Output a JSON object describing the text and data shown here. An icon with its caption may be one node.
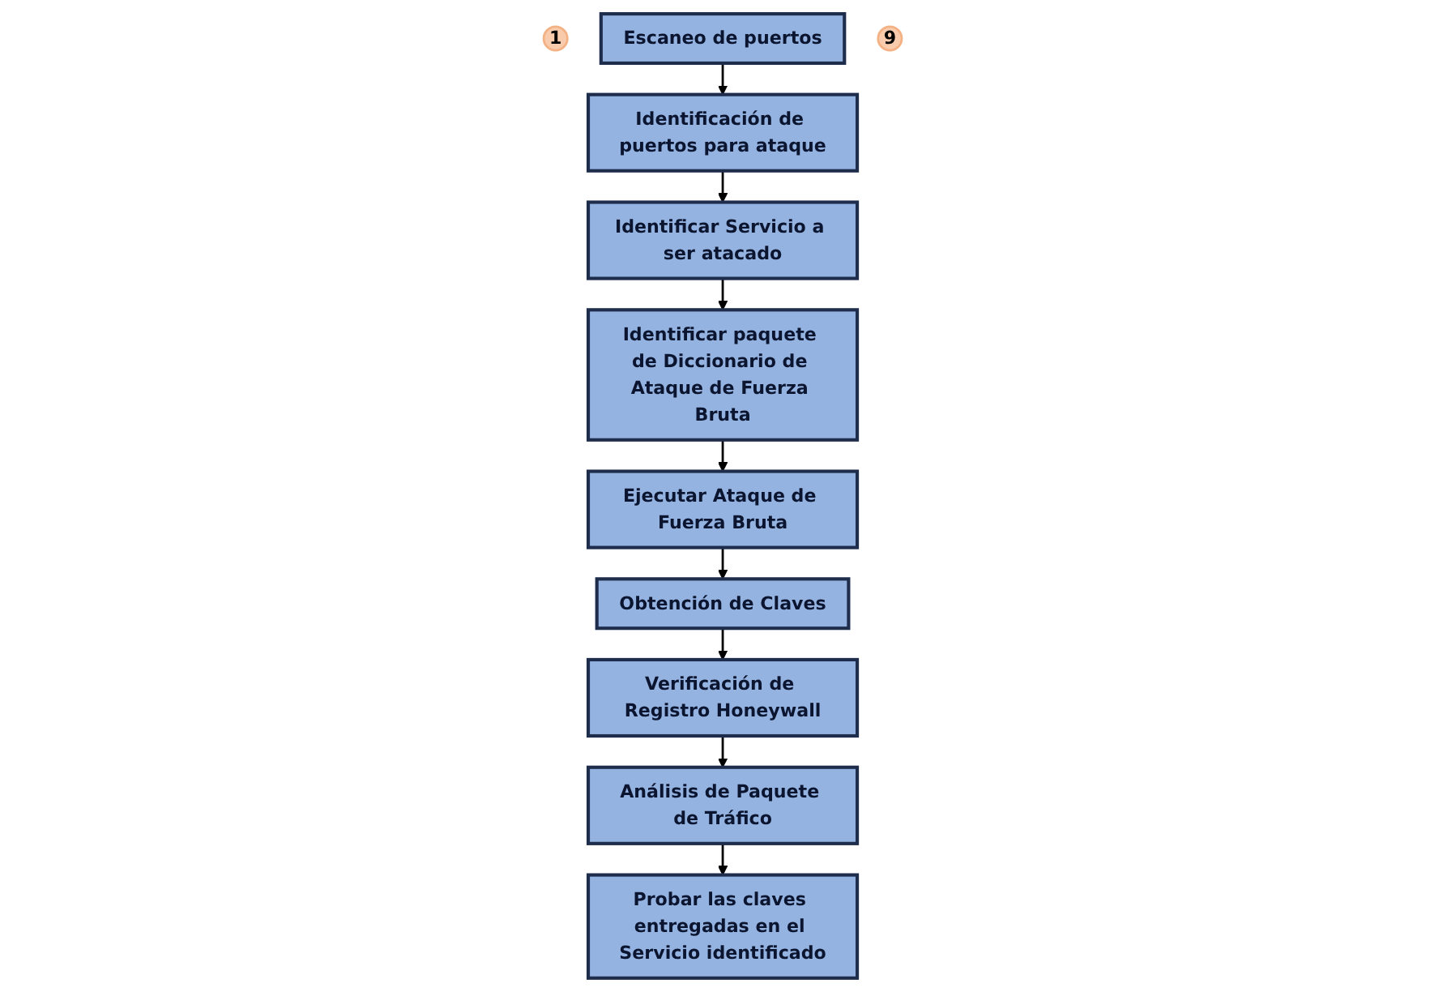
{
  "diagram": {
    "nodes": [
      {
        "text": [
          "1"
        ]
      },
      {
        "text": [
          "Escaneo de puertos"
        ]
      },
      {
        "text": [
          "Identificación de puertos para ataque"
        ]
      },
      {
        "text": [
          "Identificar Servicio a ser atacado"
        ]
      },
      {
        "text": [
          "Obtención de Claves"
        ]
      },
      {
        "text": [
          "Ejecutar Ataque de Fuerza Bruta"
        ]
      },
      {
        "text": [
          "Identificar paquete de Diccionario de Ataque de Fuerza Bruta"
        ]
      },
      {
        "text": [
          "Verificación de Registro Honeywall"
        ]
      },
      {
        "text": [
          "Análisis de Paquete de Tráfico"
        ]
      },
      {
        "text": [
          "9"
        ]
      },
      {
        "text": [
          "Probar las claves entregadas en el Servicio identificado"
        ]
      }
    ],
    "edges": [
      {
        "from": 1,
        "to": 2,
        "arrow": "to"
      },
      {
        "from": 2,
        "to": 3,
        "arrow": "to"
      },
      {
        "from": 3,
        "to": 6,
        "arrow": "to"
      },
      {
        "from": 6,
        "to": 5,
        "arrow": "to"
      },
      {
        "from": 5,
        "to": 4,
        "arrow": "to"
      },
      {
        "from": 4,
        "to": 7,
        "arrow": "to"
      },
      {
        "from": 7,
        "to": 8,
        "arrow": "to"
      },
      {
        "from": 8,
        "to": 10,
        "arrow": "to"
      }
    ]
  }
}
